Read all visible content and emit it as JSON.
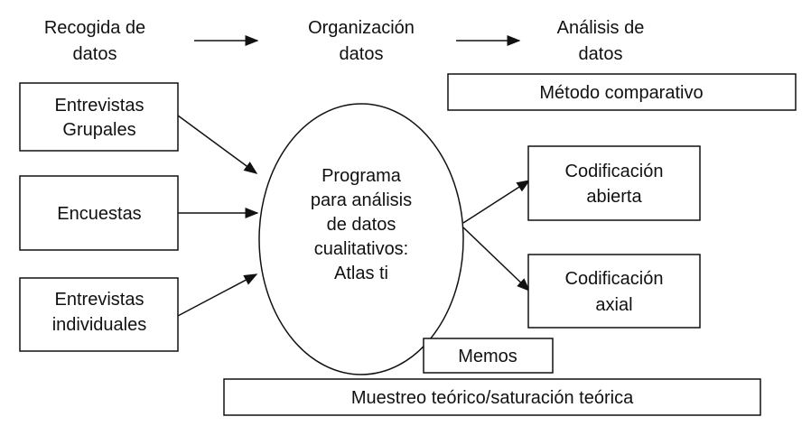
{
  "headers": {
    "collection": [
      "Recogida de",
      "datos"
    ],
    "organization": [
      "Organización",
      "datos"
    ],
    "analysis": [
      "Análisis de",
      "datos"
    ]
  },
  "method_box": "Método comparativo",
  "sources": [
    [
      "Entrevistas",
      "Grupales"
    ],
    [
      "Encuestas"
    ],
    [
      "Entrevistas",
      "individuales"
    ]
  ],
  "program": [
    "Programa",
    "para análisis",
    "de datos",
    "cualitativos:",
    "Atlas ti"
  ],
  "coding": [
    [
      "Codificación",
      "abierta"
    ],
    [
      "Codificación",
      "axial"
    ]
  ],
  "memos": "Memos",
  "sampling": "Muestreo teórico/saturación teórica"
}
